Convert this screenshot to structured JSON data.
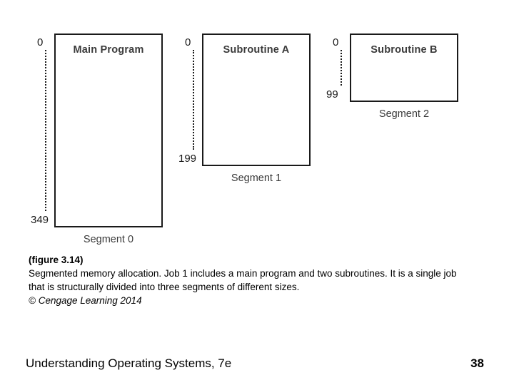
{
  "diagram": {
    "segments": [
      {
        "title": "Main Program",
        "top_address": "0",
        "bottom_address": "349",
        "label": "Segment 0"
      },
      {
        "title": "Subroutine A",
        "top_address": "0",
        "bottom_address": "199",
        "label": "Segment 1"
      },
      {
        "title": "Subroutine B",
        "top_address": "0",
        "bottom_address": "99",
        "label": "Segment 2"
      }
    ]
  },
  "caption": {
    "figure_number": "(figure 3.14)",
    "text": "Segmented memory allocation. Job 1 includes a main program and two subroutines. It is a single job that is structurally divided into three segments of different sizes.",
    "credit": "© Cengage Learning 2014"
  },
  "footer": {
    "title": "Understanding Operating Systems, 7e",
    "page_number": "38"
  }
}
